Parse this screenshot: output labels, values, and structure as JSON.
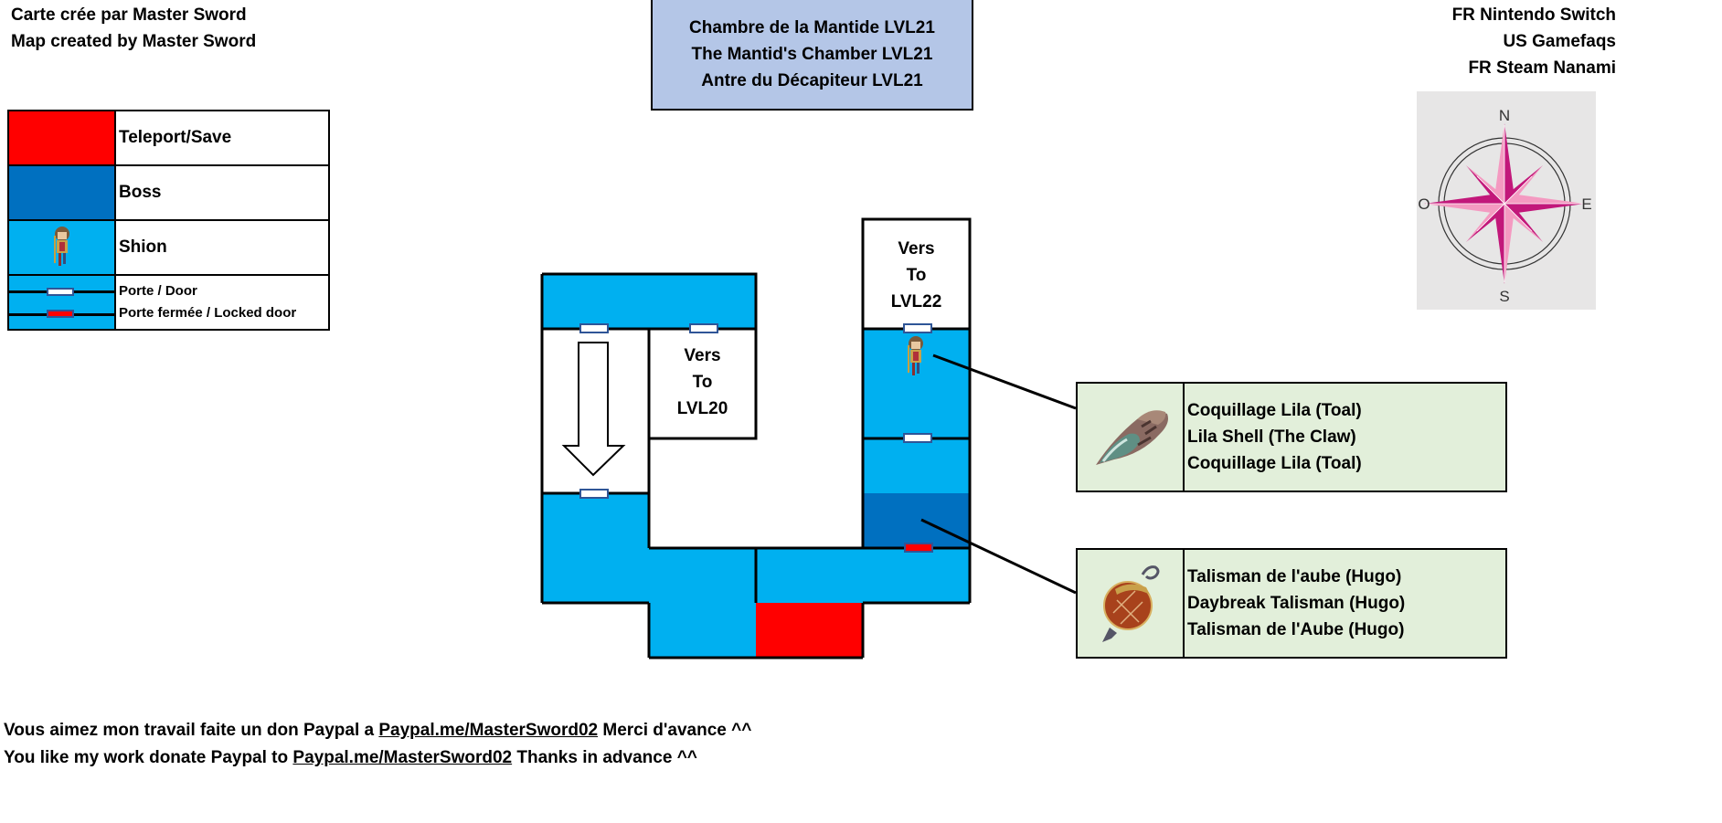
{
  "credits": {
    "line1": "Carte crée par Master Sword",
    "line2": "Map created by Master Sword"
  },
  "title": {
    "fr": "Chambre de la Mantide LVL21",
    "en": "The Mantid's Chamber LVL21",
    "fr_steam": "Antre du Décapiteur LVL21"
  },
  "sources": {
    "line1": "FR Nintendo Switch",
    "line2": "US Gamefaqs",
    "line3": "FR Steam Nanami"
  },
  "legend": {
    "items": [
      {
        "label": "Teleport/Save",
        "color": "#ff0000"
      },
      {
        "label": "Boss",
        "color": "#0070c0"
      },
      {
        "label": "Shion",
        "color": "#00b0f0"
      },
      {
        "label_door": "Porte / Door",
        "label_locked": "Porte fermée / Locked door",
        "color": "#00b0f0"
      }
    ]
  },
  "compass": {
    "north": "N",
    "east": "E",
    "south": "S",
    "west": "O"
  },
  "colors": {
    "room": "#00b0f0",
    "boss": "#0070c0",
    "teleport": "#ff0000",
    "door": "#ffffff",
    "locked_door": "#ff0000",
    "door_border": "#2f5597",
    "item_bg": "#e2efda",
    "title_bg": "#b4c6e7"
  },
  "rooms": {
    "exit_down": {
      "line1": "Vers",
      "line2": "To",
      "line3": "LVL20"
    },
    "exit_up": {
      "line1": "Vers",
      "line2": "To",
      "line3": "LVL22"
    }
  },
  "items": [
    {
      "icon": "shell-icon",
      "names": [
        "Coquillage Lila (Toal)",
        "Lila Shell (The Claw)",
        "Coquillage Lila (Toal)"
      ]
    },
    {
      "icon": "talisman-icon",
      "names": [
        "Talisman de l'aube (Hugo)",
        "Daybreak Talisman (Hugo)",
        "Talisman de l'Aube (Hugo)"
      ]
    }
  ],
  "donate": {
    "fr_prefix": "Vous aimez mon travail faite un don Paypal a ",
    "fr_link": "Paypal.me/MasterSword02",
    "fr_suffix": " Merci d'avance ^^",
    "en_prefix": "You like my work donate Paypal to ",
    "en_link": "Paypal.me/MasterSword02",
    "en_suffix": " Thanks in advance ^^"
  }
}
